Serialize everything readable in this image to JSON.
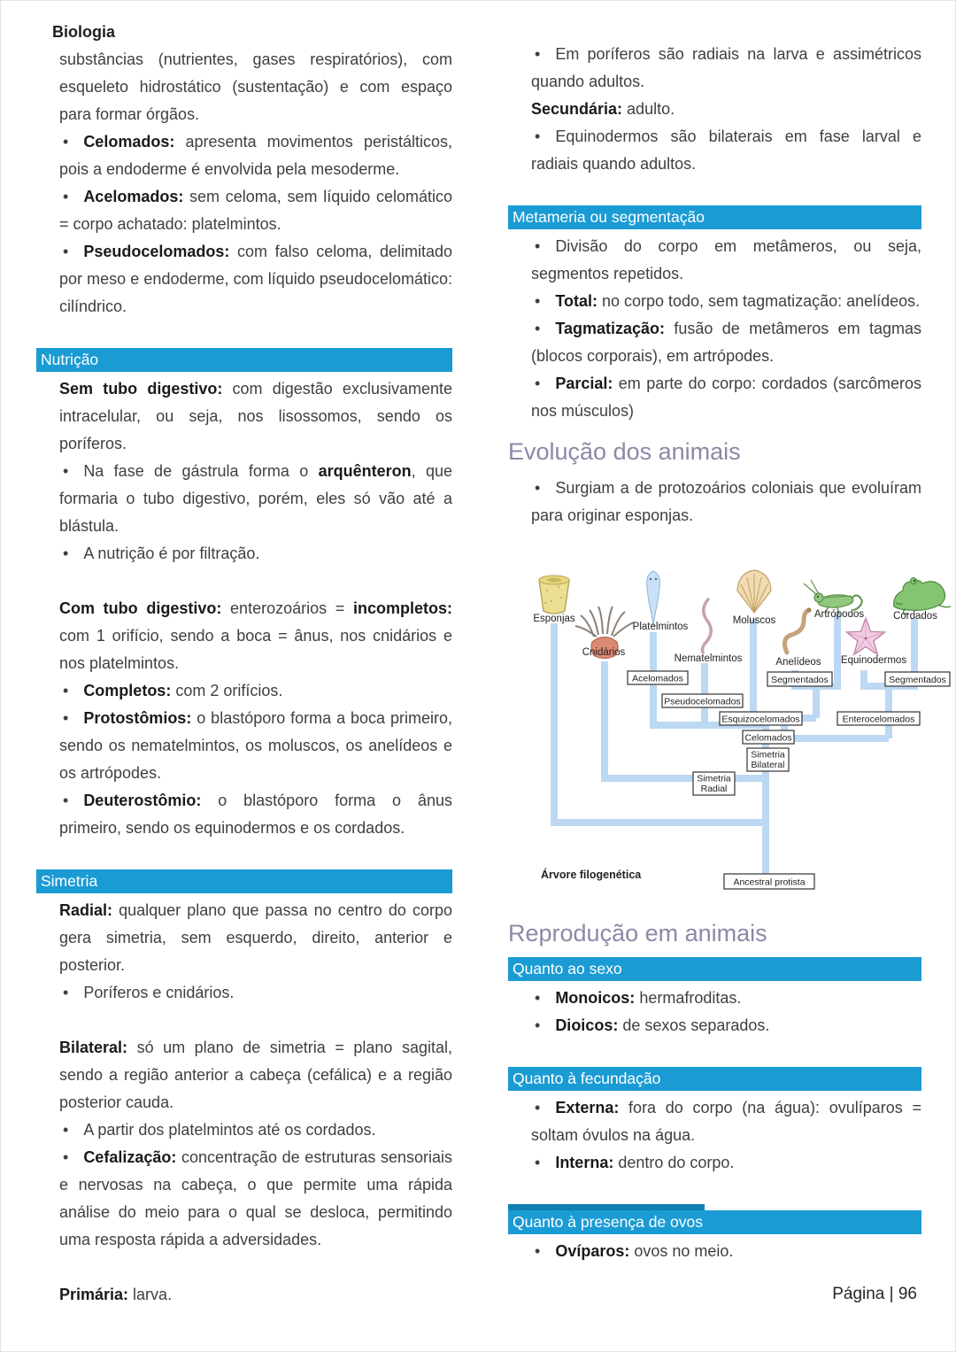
{
  "page": {
    "title": "Biologia",
    "page_number": "Página | 96"
  },
  "colors": {
    "section_bar_blue": "#1b9bd4",
    "section_bar_dark_strip": "#117fb2",
    "heading_purple": "#8d88a7",
    "body_text": "#3f3f3f",
    "tree_branch_blue": "#bdd8f2"
  },
  "left": {
    "title": "Biologia",
    "p1": {
      "runs": [
        {
          "t": "substâncias (nutrientes, gases respiratórios), com esqueleto hidrostático (sustentação) e com espaço para formar órgãos."
        }
      ]
    },
    "b_celomados": {
      "runs": [
        {
          "t": "Celomados:",
          "b": true
        },
        {
          "t": " apresenta movimentos peristálticos, pois a endoderme é envolvida pela mesoderme."
        }
      ]
    },
    "b_acelomados": {
      "runs": [
        {
          "t": "Acelomados:",
          "b": true
        },
        {
          "t": " sem celoma, sem líquido celomático = corpo achatado: platelmintos."
        }
      ]
    },
    "b_pseudocelomados": {
      "runs": [
        {
          "t": "Pseudocelomados:",
          "b": true
        },
        {
          "t": " com falso celoma, delimitado por meso e endoderme, com líquido pseudocelomático: cilíndrico."
        }
      ]
    },
    "h_nutricao": "Nutrição",
    "p_sem_tubo": {
      "runs": [
        {
          "t": "Sem tubo digestivo:",
          "b": true
        },
        {
          "t": " com digestão exclusivamente intracelular, ou seja, nos lisossomos, sendo os poríferos."
        }
      ]
    },
    "b_gastrula": {
      "runs": [
        {
          "t": "Na fase de gástrula forma o "
        },
        {
          "t": "arquênteron",
          "b": true
        },
        {
          "t": ", que formaria o tubo digestivo, porém, eles só vão até a blástula."
        }
      ]
    },
    "b_filtracao": {
      "runs": [
        {
          "t": "A nutrição é por filtração."
        }
      ]
    },
    "p_com_tubo": {
      "runs": [
        {
          "t": "Com tubo digestivo:",
          "b": true
        },
        {
          "t": " enterozoários = "
        },
        {
          "t": "incompletos:",
          "b": true
        },
        {
          "t": " com 1 orifício, sendo a boca = ânus, nos cnidários e nos platelmintos."
        }
      ]
    },
    "b_completos": {
      "runs": [
        {
          "t": "Completos:",
          "b": true
        },
        {
          "t": " com 2 orifícios."
        }
      ]
    },
    "b_protostomios": {
      "runs": [
        {
          "t": "Protostômios:",
          "b": true
        },
        {
          "t": " o blastóporo forma a boca primeiro, sendo os nematelmintos, os moluscos, os anelídeos e os artrópodes."
        }
      ]
    },
    "b_deuterostomio": {
      "runs": [
        {
          "t": "Deuterostômio:",
          "b": true
        },
        {
          "t": " o blastóporo forma o ânus primeiro, sendo os equinodermos e os cordados."
        }
      ]
    },
    "h_simetria": "Simetria",
    "p_radial": {
      "runs": [
        {
          "t": "Radial:",
          "b": true
        },
        {
          "t": " qualquer plano que passa no centro do corpo gera simetria, sem esquerdo, direito, anterior e posterior."
        }
      ]
    },
    "b_poriferos": {
      "runs": [
        {
          "t": "Poríferos e cnidários."
        }
      ]
    },
    "p_bilateral": {
      "runs": [
        {
          "t": "Bilateral:",
          "b": true
        },
        {
          "t": " só um plano de simetria = plano sagital, sendo a região anterior a cabeça (cefálica) e a região posterior cauda."
        }
      ]
    },
    "b_partir": {
      "runs": [
        {
          "t": "A partir dos platelmintos até os cordados."
        }
      ]
    },
    "b_cefalizacao": {
      "runs": [
        {
          "t": "Cefalização:",
          "b": true
        },
        {
          "t": " concentração de estruturas sensoriais e nervosas na cabeça, o que permite uma rápida análise do meio para o qual se desloca, permitindo uma resposta rápida a adversidades."
        }
      ]
    },
    "p_primaria": {
      "runs": [
        {
          "t": "Primária:",
          "b": true
        },
        {
          "t": " larva."
        }
      ]
    }
  },
  "right": {
    "b_em_poriferos": {
      "runs": [
        {
          "t": "Em poríferos são radiais na larva e assimétricos quando adultos."
        }
      ]
    },
    "p_secundaria": {
      "runs": [
        {
          "t": "Secundária:",
          "b": true
        },
        {
          "t": " adulto."
        }
      ]
    },
    "b_equinodermos": {
      "runs": [
        {
          "t": "Equinodermos são bilaterais em fase larval e radiais quando adultos."
        }
      ]
    },
    "h_metameria": "Metameria ou segmentação",
    "b_divisao": {
      "runs": [
        {
          "t": "Divisão do corpo em metâmeros, ou seja, segmentos repetidos."
        }
      ]
    },
    "b_total": {
      "runs": [
        {
          "t": "Total:",
          "b": true
        },
        {
          "t": " no corpo todo, sem tagmatização: anelídeos."
        }
      ]
    },
    "b_tagmatizacao": {
      "runs": [
        {
          "t": "Tagmatização:",
          "b": true
        },
        {
          "t": " fusão de metâmeros em tagmas (blocos corporais), em artrópodes."
        }
      ]
    },
    "b_parcial": {
      "runs": [
        {
          "t": "Parcial:",
          "b": true
        },
        {
          "t": " em parte do corpo: cordados (sarcômeros nos músculos)"
        }
      ]
    },
    "h2_evolucao": "Evolução dos animais",
    "b_surgiam": {
      "runs": [
        {
          "t": "Surgiam a de protozoários coloniais que evoluíram para originar esponjas."
        }
      ]
    },
    "h2_reproducao": "Reprodução em animais",
    "h_sexo": "Quanto ao sexo",
    "b_monoicos": {
      "runs": [
        {
          "t": "Monoicos:",
          "b": true
        },
        {
          "t": " hermafroditas."
        }
      ]
    },
    "b_dioicos": {
      "runs": [
        {
          "t": "Dioicos:",
          "b": true
        },
        {
          "t": " de sexos separados."
        }
      ]
    },
    "h_fecundacao": "Quanto à fecundação",
    "b_externa": {
      "runs": [
        {
          "t": "Externa:",
          "b": true
        },
        {
          "t": " fora do corpo (na água): ovulíparos = soltam óvulos na água."
        }
      ]
    },
    "b_interna": {
      "runs": [
        {
          "t": "Interna:",
          "b": true
        },
        {
          "t": " dentro do corpo."
        }
      ]
    },
    "h_ovos": "Quanto à presença de ovos",
    "b_oviparos": {
      "runs": [
        {
          "t": "Ovíparos:",
          "b": true
        },
        {
          "t": " ovos no meio."
        }
      ]
    }
  },
  "diagram": {
    "caption": "Árvore filogenética",
    "taxa": {
      "esponjas": "Esponjas",
      "cnidarios": "Cnidários",
      "platelmintos": "Platelmintos",
      "nematelmintos": "Nematelmintos",
      "moluscos": "Moluscos",
      "anelideos": "Anelídeos",
      "artropodos": "Artrópodos",
      "equinodermos": "Equinodermos",
      "cordados": "Cordados"
    },
    "boxes": {
      "acelomados": "Acelomados",
      "pseudocelomados": "Pseudocelomados",
      "segmentados_esq": "Segmentados",
      "segmentados_dir": "Segmentados",
      "esquizocelomados": "Esquizocelomados",
      "enterocelomados": "Enterocelomados",
      "celomados": "Celomados",
      "simetria_bilateral_1": "Simetria",
      "simetria_bilateral_2": "Bilateral",
      "simetria_radial_1": "Simetria",
      "simetria_radial_2": "Radial",
      "ancestral": "Ancestral protista"
    }
  }
}
